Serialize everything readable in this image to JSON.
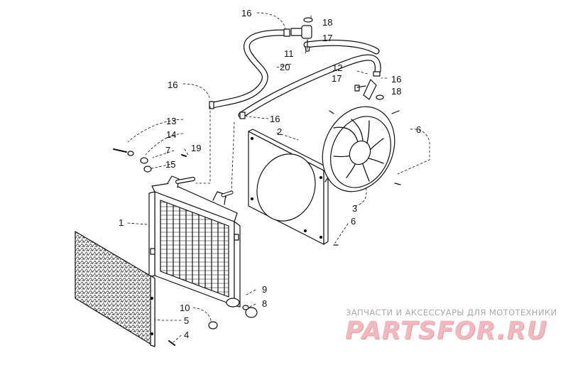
{
  "diagram": {
    "callouts": [
      {
        "id": "c16a",
        "text": "16"
      },
      {
        "id": "c18a",
        "text": "18"
      },
      {
        "id": "c17a",
        "text": "17"
      },
      {
        "id": "c11",
        "text": "11"
      },
      {
        "id": "c20",
        "text": "20"
      },
      {
        "id": "c12",
        "text": "12"
      },
      {
        "id": "c16b",
        "text": "16"
      },
      {
        "id": "c17b",
        "text": "17"
      },
      {
        "id": "c18b",
        "text": "18"
      },
      {
        "id": "c16c",
        "text": "16"
      },
      {
        "id": "c16d",
        "text": "16"
      },
      {
        "id": "c13",
        "text": "13"
      },
      {
        "id": "c14",
        "text": "14"
      },
      {
        "id": "c7",
        "text": "7"
      },
      {
        "id": "c19",
        "text": "19"
      },
      {
        "id": "c15",
        "text": "15"
      },
      {
        "id": "c2",
        "text": "2"
      },
      {
        "id": "c6a",
        "text": "6"
      },
      {
        "id": "c3",
        "text": "3"
      },
      {
        "id": "c6b",
        "text": "6"
      },
      {
        "id": "c1",
        "text": "1"
      },
      {
        "id": "c9",
        "text": "9"
      },
      {
        "id": "c8",
        "text": "8"
      },
      {
        "id": "c10",
        "text": "10"
      },
      {
        "id": "c5",
        "text": "5"
      },
      {
        "id": "c4",
        "text": "4"
      }
    ]
  },
  "watermark": {
    "tagline": "ЗАПЧАСТИ И АКСЕССУАРЫ ДЛЯ МОТОТЕХНИКИ",
    "logo_text": "PARTSFOR.RU"
  }
}
